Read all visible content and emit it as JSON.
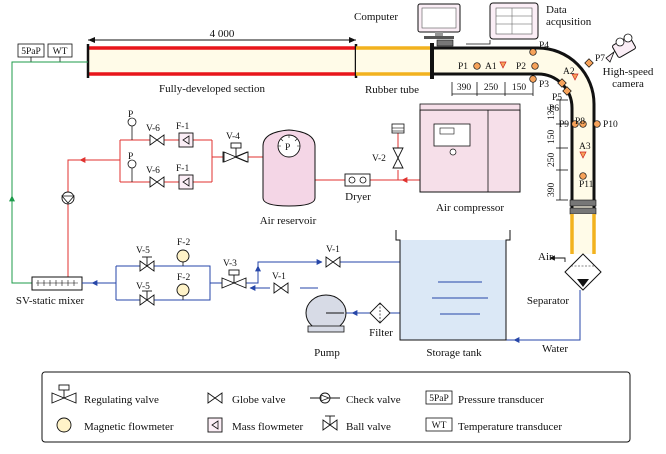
{
  "top": {
    "length_label": "4 000",
    "fully_developed": "Fully-developed section",
    "rubber_tube": "Rubber tube",
    "computer": "Computer",
    "data_acq": "Data\nacqusition"
  },
  "sensors": {
    "p1": "P1",
    "a1": "A1",
    "p2": "P2",
    "p3": "P3",
    "p4": "P4",
    "p5": "P5",
    "p6": "P6",
    "p7": "P7",
    "a2": "A2",
    "p8": "P8",
    "p9": "P9",
    "p10": "P10",
    "a3": "A3",
    "p11": "P11"
  },
  "dims": {
    "d390a": "390",
    "d250a": "250",
    "d150a": "150",
    "d135": "135",
    "d150b": "150",
    "d250b": "250",
    "d390b": "390"
  },
  "camera": "High-speed\ncamera",
  "valves": {
    "v6a": "V-6",
    "v6b": "V-6",
    "f1a": "F-1",
    "f1b": "F-1",
    "v4": "V-4",
    "pa": "P",
    "pb": "P",
    "v2": "V-2",
    "v5a": "V-5",
    "v5b": "V-5",
    "f2a": "F-2",
    "f2b": "F-2",
    "v3": "V-3",
    "v1a": "V-1",
    "v1b": "V-1"
  },
  "equipment": {
    "air_reservoir": "Air reservoir",
    "reservoir_gauge": "P",
    "dryer": "Dryer",
    "air_compressor": "Air compressor",
    "mixer": "SV-static mixer",
    "pump": "Pump",
    "filter": "Filter",
    "storage_tank": "Storage tank",
    "separator": "Separator",
    "air_out": "Air",
    "water": "Water",
    "pt_box": "5PaP",
    "tt_box": "WT"
  },
  "legend": {
    "regulating_valve": "Regulating valve",
    "globe_valve": "Globe valve",
    "check_valve": "Check valve",
    "pressure_symbol": "5PaP",
    "pressure_transducer": "Pressure transducer",
    "magnetic_flowmeter": "Magnetic flowmeter",
    "mass_flowmeter": "Mass flowmeter",
    "ball_valve": "Ball valve",
    "temp_symbol": "WT",
    "temperature_transducer": "Temperature transducer"
  },
  "colors": {
    "pipe_red": "#e8151b",
    "tube_yellow": "#f2b21e",
    "line_blue": "#2646a8",
    "line_green": "#1c9b4a",
    "air_red": "#e0322f",
    "sensor_orange": "#f6a25a",
    "reservoir_pink": "#f4d6e6",
    "compressor_pink": "#f6dfe9",
    "pipe_tint": "#fffbe8"
  }
}
